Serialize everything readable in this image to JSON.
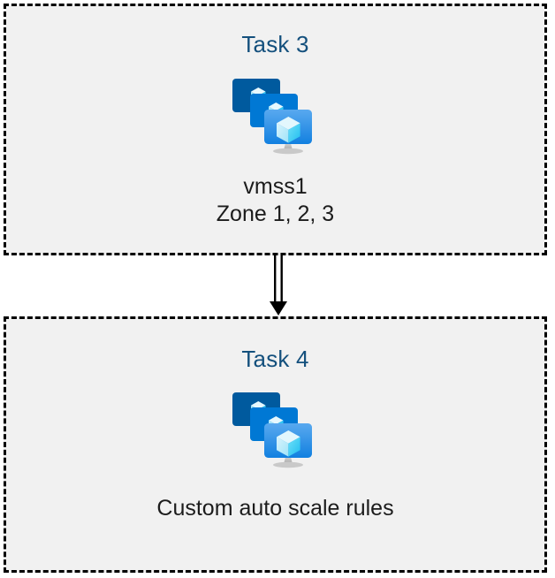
{
  "diagram": {
    "type": "flow",
    "background_color": "#ffffff",
    "box_fill_color": "#f1f1f1",
    "box_border_color": "#000000",
    "box_border_style": "dashed",
    "title_color": "#14507d",
    "caption_color": "#1c1c1c",
    "connector": {
      "name": "double-line-arrow",
      "direction": "down",
      "from": "Task 3",
      "to": "Task 4",
      "color": "#000000"
    },
    "nodes": [
      {
        "id": "task-3",
        "title": "Task 3",
        "icon": "virtual-machine-scale-set-icon",
        "caption": "vmss1\nZone 1, 2, 3",
        "caption_lines": [
          "vmss1",
          "Zone 1, 2, 3"
        ]
      },
      {
        "id": "task-4",
        "title": "Task 4",
        "icon": "virtual-machine-scale-set-icon",
        "caption": "Custom auto scale rules",
        "caption_lines": [
          "Custom auto scale rules"
        ]
      }
    ]
  },
  "icon_palette": {
    "monitor_back": "#005a9e",
    "monitor_middle": "#0078d4",
    "monitor_front_top": "#50a5ee",
    "monitor_front_bottom": "#1280e0",
    "cube_light": "#e3f7fd",
    "cube_mid": "#9ce5f7",
    "cube_accent": "#32c5f4",
    "stand": "#b3b3b3"
  }
}
